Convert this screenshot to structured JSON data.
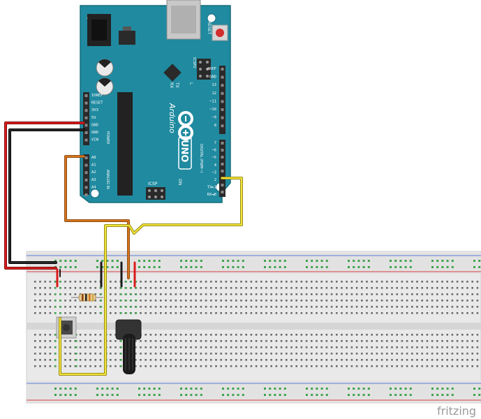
{
  "board": {
    "brand": "Arduino",
    "model": "UNO",
    "reset_label": "RESET",
    "icsp_label": "ICSP",
    "icsp2_label": "ICSP2",
    "tx_label": "TX",
    "rx_label": "RX",
    "l_label": "L",
    "on_label": "ON",
    "power_header_label": "POWER",
    "analog_header_label": "ANALOG IN",
    "digital_header_label": "DIGITAL (PWM~)",
    "power_pins": [
      "IOREF",
      "RESET",
      "3V3",
      "5V",
      "GND",
      "GND",
      "VIN"
    ],
    "analog_pins": [
      "A0",
      "A1",
      "A2",
      "A3",
      "A4",
      "A5"
    ],
    "digital_pins_top": [
      "AREF",
      "GND",
      "13",
      "12",
      "~11",
      "~10",
      "~9",
      "8"
    ],
    "digital_pins_bottom": [
      "7",
      "~6",
      "~5",
      "4",
      "~3",
      "2",
      "TX►1",
      "RX◄0"
    ]
  },
  "watermark": "fritzing",
  "colors": {
    "board": "#1f8aa0",
    "board_dark": "#17707f",
    "wire_red": "#d91c1c",
    "wire_black": "#1b1b1b",
    "wire_orange": "#d4741f",
    "wire_yellow": "#f2e33a",
    "rail_red": "#d94343",
    "rail_blue": "#5c7fd6",
    "hole_green": "#4caf50"
  }
}
